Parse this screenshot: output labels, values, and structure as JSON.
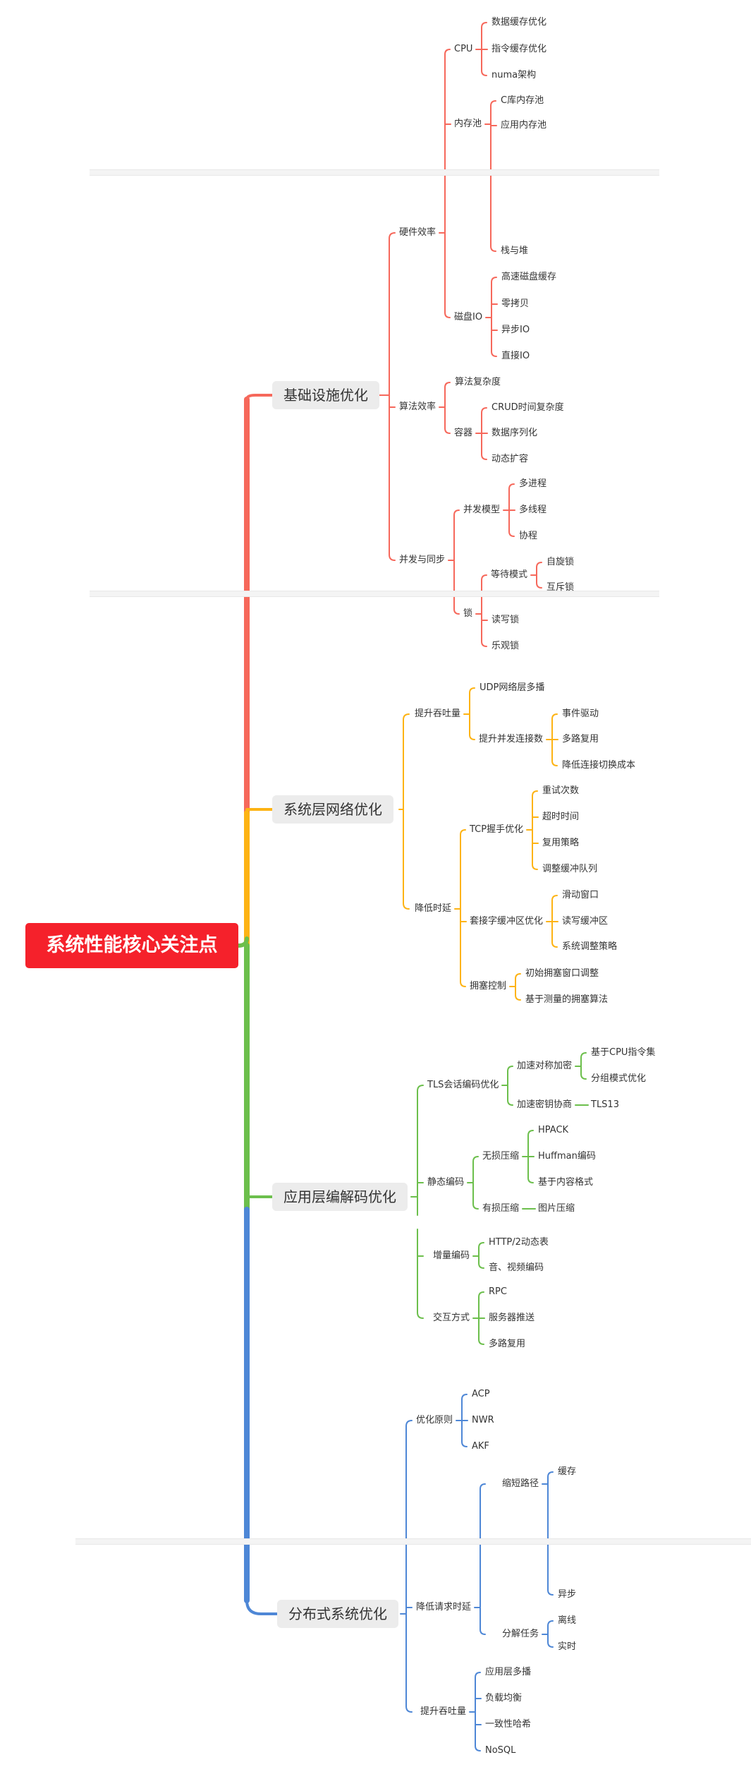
{
  "root": "系统性能核心关注点",
  "colors": {
    "root": "#f5212b",
    "branches": [
      "#f6685b",
      "#fdb314",
      "#6cbf4c",
      "#4e87d6"
    ]
  },
  "branches": [
    {
      "label": "基础设施优化",
      "children": [
        {
          "label": "硬件效率",
          "children": [
            {
              "label": "CPU",
              "children": [
                {
                  "label": "数据缓存优化"
                },
                {
                  "label": "指令缓存优化"
                },
                {
                  "label": "numa架构"
                }
              ]
            },
            {
              "label": "内存池",
              "children": [
                {
                  "label": "C库内存池"
                },
                {
                  "label": "应用内存池"
                },
                {
                  "label": "栈与堆"
                }
              ]
            },
            {
              "label": "磁盘IO",
              "children": [
                {
                  "label": "高速磁盘缓存"
                },
                {
                  "label": "零拷贝"
                },
                {
                  "label": "异步IO"
                },
                {
                  "label": "直接IO"
                }
              ]
            }
          ]
        },
        {
          "label": "算法效率",
          "children": [
            {
              "label": "算法复杂度"
            },
            {
              "label": "容器",
              "children": [
                {
                  "label": "CRUD时间复杂度"
                },
                {
                  "label": "数据序列化"
                },
                {
                  "label": "动态扩容"
                }
              ]
            }
          ]
        },
        {
          "label": "并发与同步",
          "children": [
            {
              "label": "并发模型",
              "children": [
                {
                  "label": "多进程"
                },
                {
                  "label": "多线程"
                },
                {
                  "label": "协程"
                }
              ]
            },
            {
              "label": "锁",
              "children": [
                {
                  "label": "等待模式",
                  "children": [
                    {
                      "label": "自旋锁"
                    },
                    {
                      "label": "互斥锁"
                    }
                  ]
                },
                {
                  "label": "读写锁"
                },
                {
                  "label": "乐观锁"
                }
              ]
            }
          ]
        }
      ]
    },
    {
      "label": "系统层网络优化",
      "children": [
        {
          "label": "提升吞吐量",
          "children": [
            {
              "label": "UDP网络层多播"
            },
            {
              "label": "提升并发连接数",
              "children": [
                {
                  "label": "事件驱动"
                },
                {
                  "label": "多路复用"
                },
                {
                  "label": "降低连接切换成本"
                }
              ]
            }
          ]
        },
        {
          "label": "降低时延",
          "children": [
            {
              "label": "TCP握手优化",
              "children": [
                {
                  "label": "重试次数"
                },
                {
                  "label": "超时时间"
                },
                {
                  "label": "复用策略"
                },
                {
                  "label": "调整缓冲队列"
                }
              ]
            },
            {
              "label": "套接字缓冲区优化",
              "children": [
                {
                  "label": "滑动窗口"
                },
                {
                  "label": "读写缓冲区"
                },
                {
                  "label": "系统调整策略"
                }
              ]
            },
            {
              "label": "拥塞控制",
              "children": [
                {
                  "label": "初始拥塞窗口调整"
                },
                {
                  "label": "基于测量的拥塞算法"
                }
              ]
            }
          ]
        }
      ]
    },
    {
      "label": "应用层编解码优化",
      "children": [
        {
          "label": "TLS会话编码优化",
          "children": [
            {
              "label": "加速对称加密",
              "children": [
                {
                  "label": "基于CPU指令集"
                },
                {
                  "label": "分组模式优化"
                }
              ]
            },
            {
              "label": "加速密钥协商",
              "children": [
                {
                  "label": "TLS13"
                }
              ]
            }
          ]
        },
        {
          "label": "静态编码",
          "children": [
            {
              "label": "无损压缩",
              "children": [
                {
                  "label": "HPACK"
                },
                {
                  "label": "Huffman编码"
                },
                {
                  "label": "基于内容格式"
                }
              ]
            },
            {
              "label": "有损压缩",
              "children": [
                {
                  "label": "图片压缩"
                }
              ]
            }
          ]
        },
        {
          "label": "增量编码",
          "children": [
            {
              "label": "HTTP/2动态表"
            },
            {
              "label": "音、视频编码"
            }
          ]
        },
        {
          "label": "交互方式",
          "children": [
            {
              "label": "RPC"
            },
            {
              "label": "服务器推送"
            },
            {
              "label": "多路复用"
            }
          ]
        }
      ]
    },
    {
      "label": "分布式系统优化",
      "children": [
        {
          "label": "优化原则",
          "children": [
            {
              "label": "ACP"
            },
            {
              "label": "NWR"
            },
            {
              "label": "AKF"
            }
          ]
        },
        {
          "label": "降低请求时延",
          "children": [
            {
              "label": "缩短路径",
              "children": [
                {
                  "label": "缓存"
                },
                {
                  "label": "异步"
                }
              ]
            },
            {
              "label": "分解任务",
              "children": [
                {
                  "label": "离线"
                },
                {
                  "label": "实时"
                }
              ]
            }
          ]
        },
        {
          "label": "提升吞吐量",
          "children": [
            {
              "label": "应用层多播"
            },
            {
              "label": "负载均衡"
            },
            {
              "label": "一致性哈希"
            },
            {
              "label": "NoSQL"
            }
          ]
        }
      ]
    }
  ]
}
